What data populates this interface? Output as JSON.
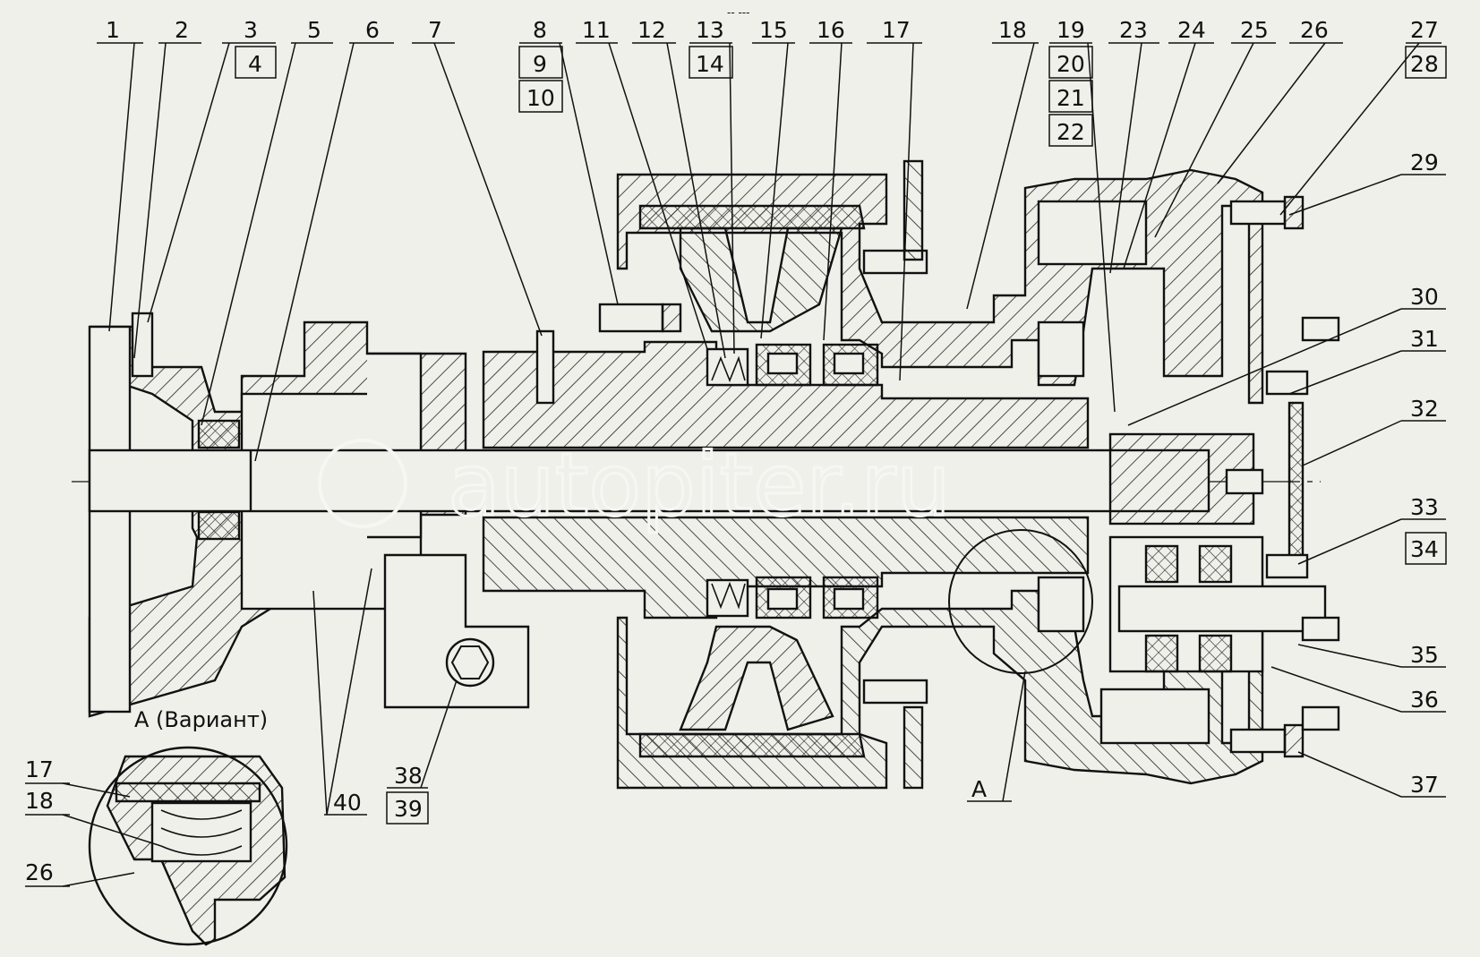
{
  "drawing": {
    "background": "#eff0e9",
    "line_color": "#111111",
    "hatch_color": "#222222",
    "watermark": "autopiter.ru",
    "header_mark": "-- ---",
    "detail_caption": "А (Вариант)",
    "section_mark": "А"
  },
  "callouts": {
    "c1": "1",
    "c2": "2",
    "c3": "3",
    "c4": "4",
    "c5": "5",
    "c6": "6",
    "c7": "7",
    "c8": "8",
    "c9": "9",
    "c10": "10",
    "c11": "11",
    "c12": "12",
    "c13": "13",
    "c14": "14",
    "c15": "15",
    "c16": "16",
    "c17": "17",
    "c18": "18",
    "c19": "19",
    "c20": "20",
    "c21": "21",
    "c22": "22",
    "c23": "23",
    "c24": "24",
    "c25": "25",
    "c26": "26",
    "c27": "27",
    "c28": "28",
    "c29": "29",
    "c30": "30",
    "c31": "31",
    "c32": "32",
    "c33": "33",
    "c34": "34",
    "c35": "35",
    "c36": "36",
    "c37": "37",
    "c38": "38",
    "c39": "39",
    "c40": "40"
  },
  "detail_callouts": {
    "d17": "17",
    "d18": "18",
    "d26": "26"
  }
}
